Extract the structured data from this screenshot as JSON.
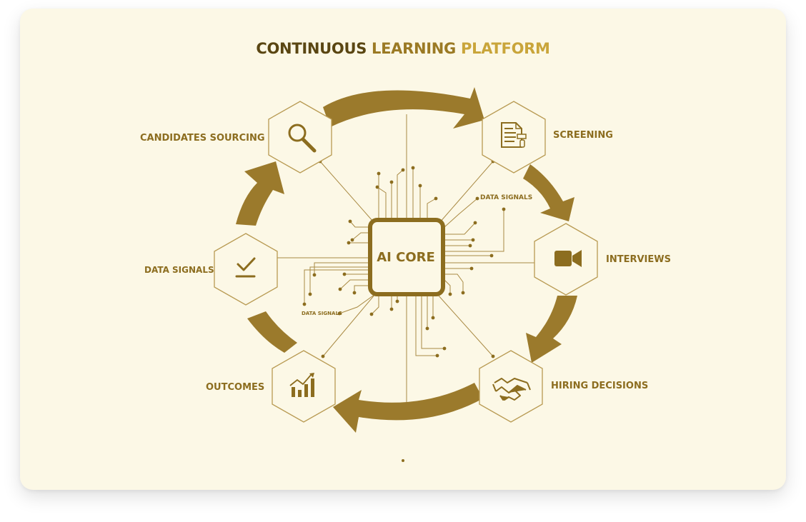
{
  "title": {
    "part1": "CONTINUOUS",
    "part2": "LEARNING",
    "part3": "PLATFORM"
  },
  "colors": {
    "gold": "#9b7a24",
    "dark_gold": "#5a4612",
    "light_gold": "#c9a53a",
    "background": "#fcf8e6",
    "stroke": "#b89a52"
  },
  "core": {
    "label": "AI CORE"
  },
  "stages": [
    {
      "label": "CANDIDATES SOURCING",
      "icon": "magnifier-icon"
    },
    {
      "label": "SCREENING",
      "icon": "document-icon"
    },
    {
      "label": "INTERVIEWS",
      "icon": "video-camera-icon"
    },
    {
      "label": "HIRING DECISIONS",
      "icon": "handshake-icon"
    },
    {
      "label": "OUTCOMES",
      "icon": "bar-chart-icon"
    },
    {
      "label": "DATA SIGNALS",
      "icon": "checkmark-icon"
    }
  ],
  "signal_labels": [
    "DATA SIGNALS",
    "DATA SIGNALS"
  ]
}
